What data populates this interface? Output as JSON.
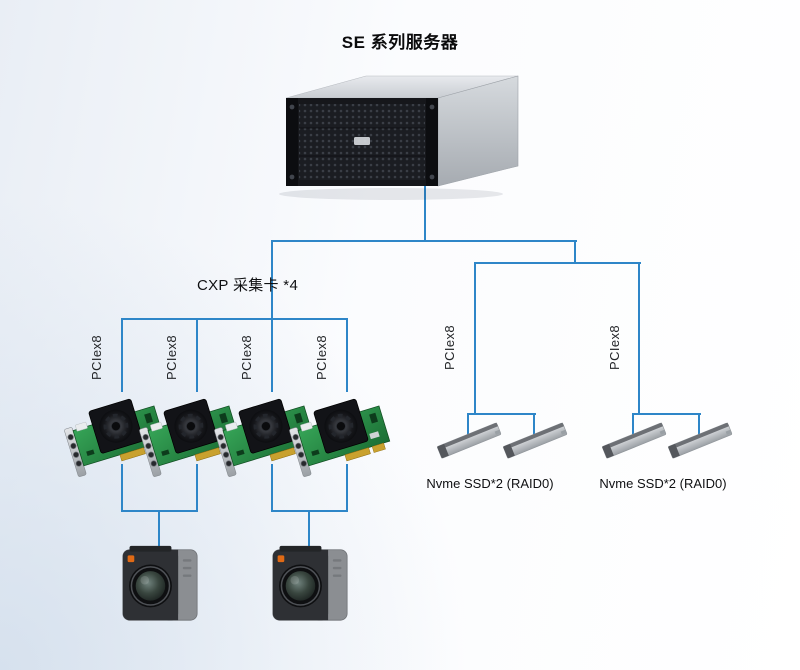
{
  "diagram": {
    "title": "SE 系列服务器",
    "capture_section": {
      "group_label": "CXP 采集卡 *4",
      "slots": [
        {
          "label": "PCIex8"
        },
        {
          "label": "PCIex8"
        },
        {
          "label": "PCIex8"
        },
        {
          "label": "PCIex8"
        }
      ]
    },
    "storage_section": {
      "slots": [
        {
          "label": "PCIex8"
        },
        {
          "label": "PCIex8"
        }
      ],
      "groups": [
        {
          "label": "Nvme SSD*2 (RAID0)"
        },
        {
          "label": "Nvme SSD*2 (RAID0)"
        }
      ]
    },
    "icons": {
      "server": "rack-server-illustration",
      "capture_card": "cxp-frame-grabber-card-illustration",
      "ssd": "nvme-ssd-stick-illustration",
      "camera": "industrial-camera-illustration"
    },
    "colors": {
      "connector_line": "#2e86c8",
      "background_tint": "#e9eef5",
      "pcb_green": "#2f9b4d",
      "title_text": "#0b0b0c"
    }
  }
}
